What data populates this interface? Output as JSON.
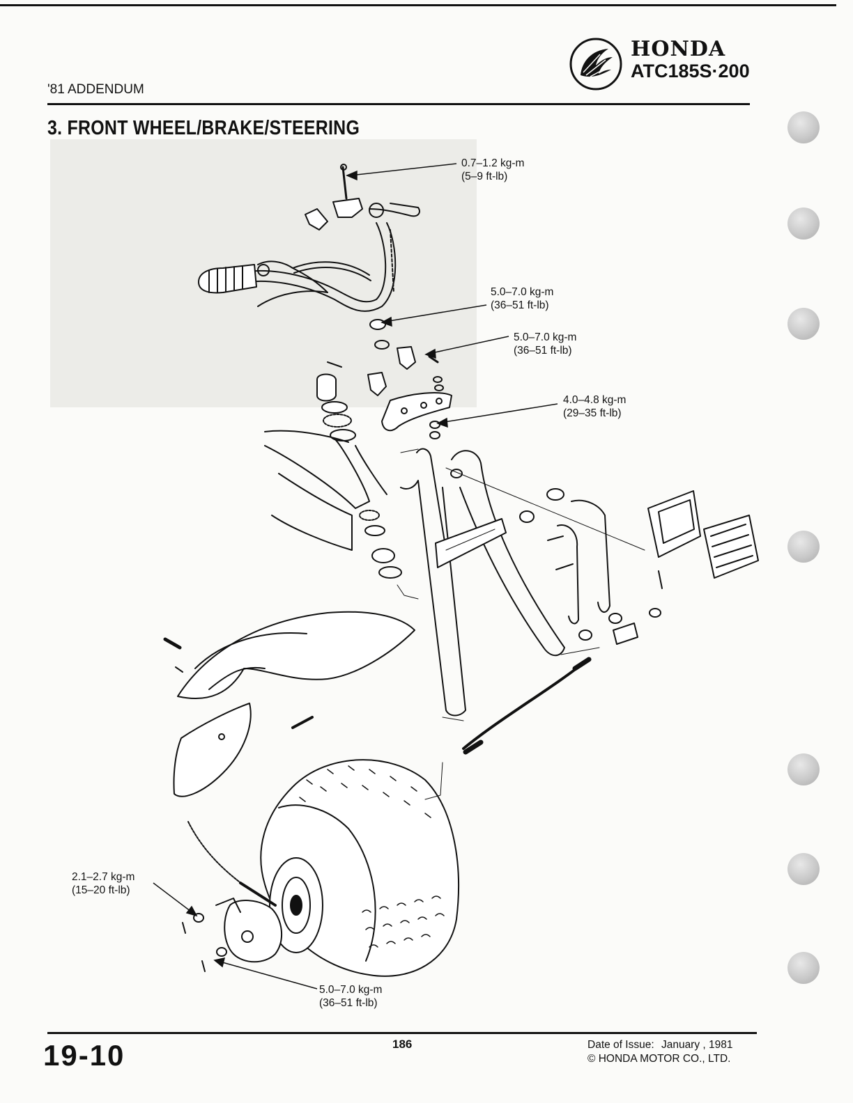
{
  "header": {
    "brand": "HONDA",
    "model": "ATC185S·200",
    "addendum": "'81 ADDENDUM"
  },
  "section": {
    "title": "3. FRONT WHEEL/BRAKE/STEERING"
  },
  "torque_specs": [
    {
      "metric": "0.7–1.2 kg-m",
      "imperial": "(5–9 ft-lb)"
    },
    {
      "metric": "5.0–7.0 kg-m",
      "imperial": "(36–51 ft-lb)"
    },
    {
      "metric": "5.0–7.0 kg-m",
      "imperial": "(36–51 ft-lb)"
    },
    {
      "metric": "4.0–4.8 kg-m",
      "imperial": "(29–35 ft-lb)"
    },
    {
      "metric": "2.1–2.7 kg-m",
      "imperial": "(15–20 ft-lb)"
    },
    {
      "metric": "5.0–7.0 kg-m",
      "imperial": "(36–51 ft-lb)"
    }
  ],
  "footer": {
    "page_code": "19-10",
    "page_number": "186",
    "issue_label": "Date of Issue:",
    "issue_date": "January , 1981",
    "copyright": "© HONDA MOTOR CO., LTD."
  },
  "colors": {
    "ink": "#111111",
    "paper": "#fbfbf9",
    "shade": "#ecece8"
  },
  "icons": [
    "honda-wing-logo-icon",
    "binder-hole-icon"
  ]
}
